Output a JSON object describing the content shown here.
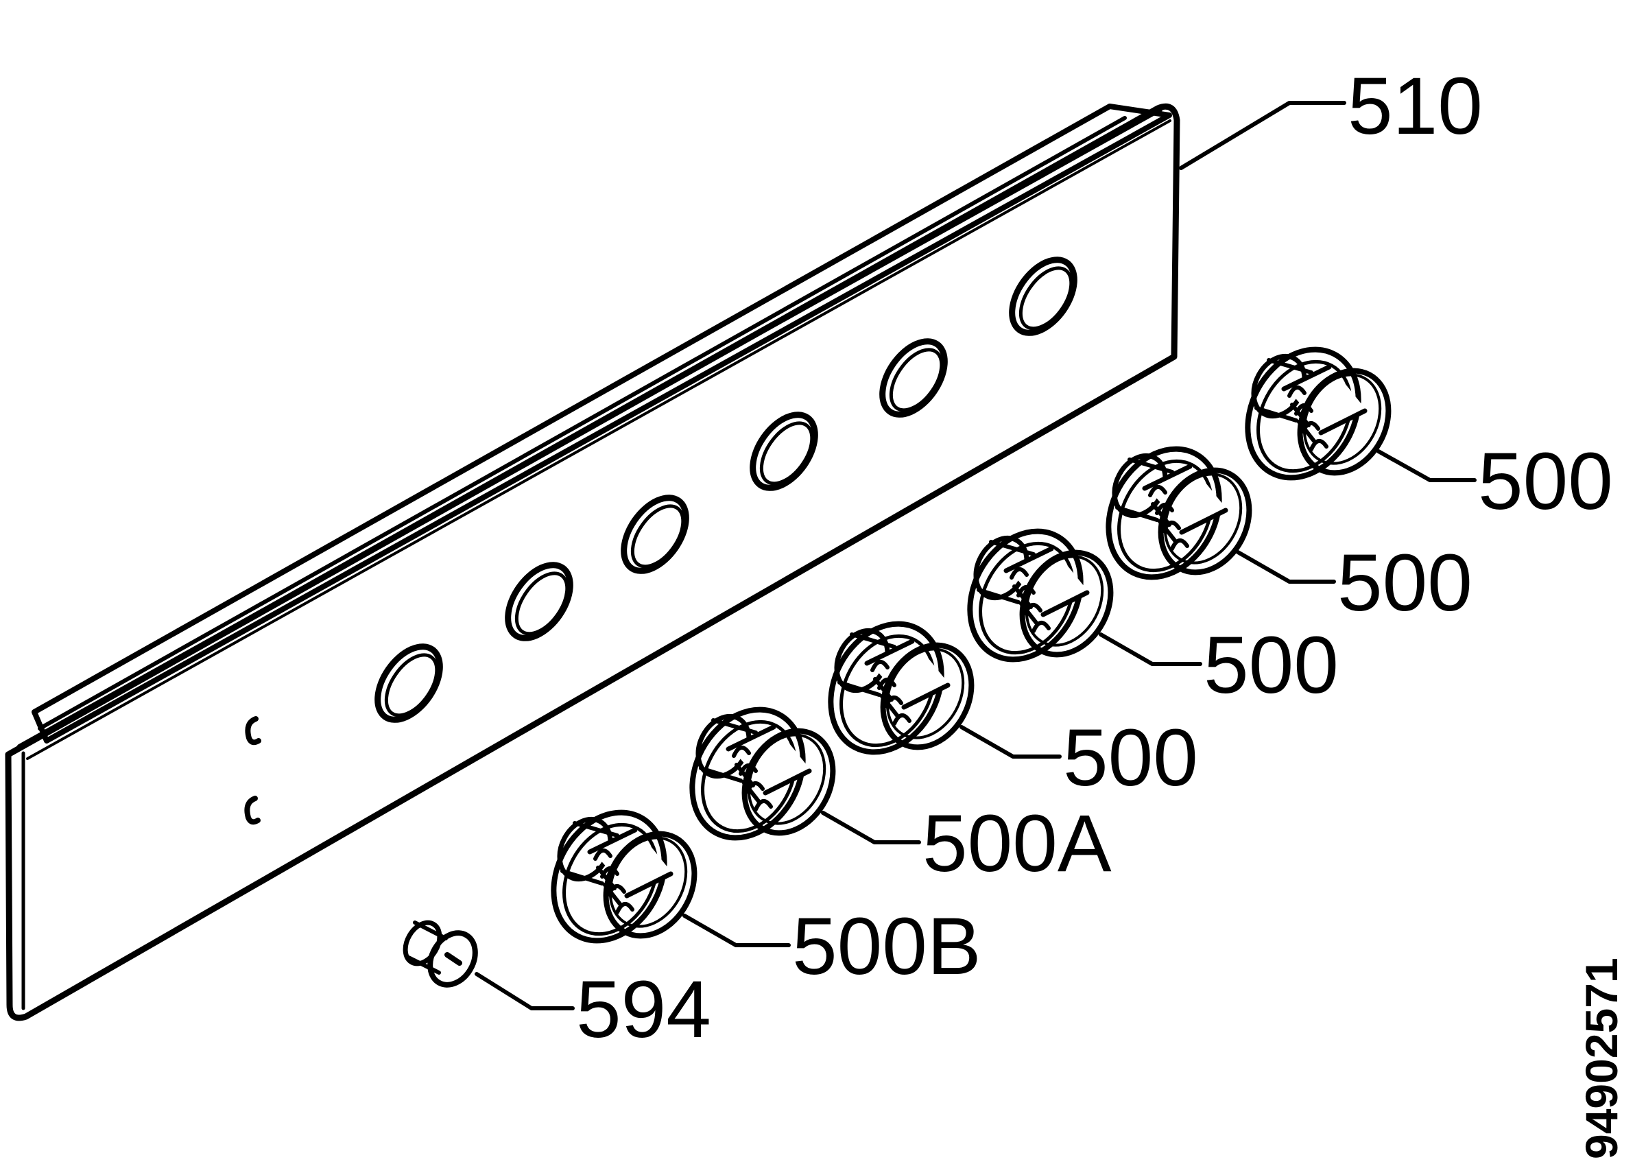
{
  "callouts": {
    "panel": "510",
    "knob_1": "500",
    "knob_2": "500",
    "knob_3": "500",
    "knob_4": "500",
    "knob_5": "500A",
    "knob_6": "500B",
    "button": "594"
  },
  "document_number": "94902571",
  "colors": {
    "line": "#000000",
    "background": "#ffffff"
  }
}
